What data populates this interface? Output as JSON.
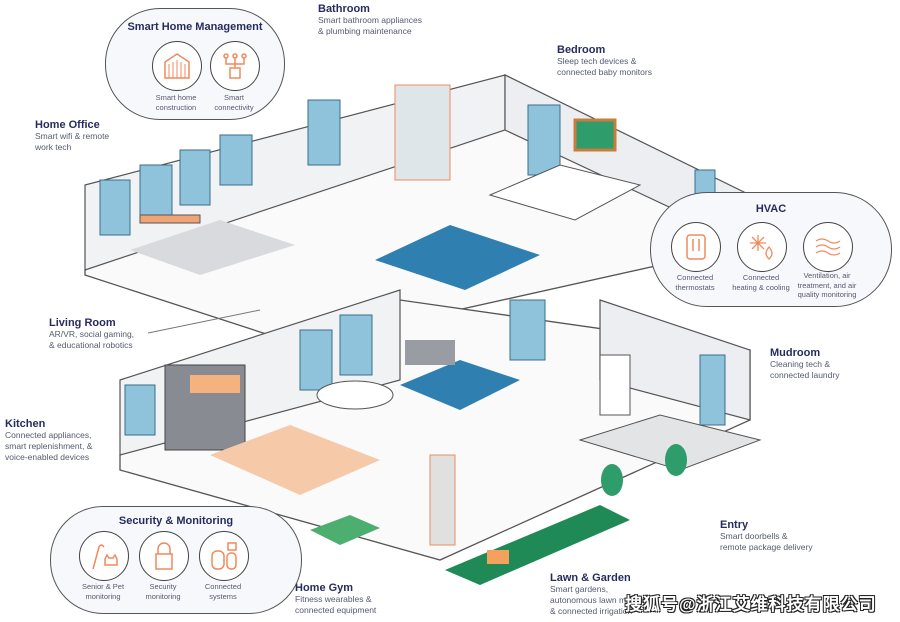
{
  "labels": {
    "bathroom": {
      "title": "Bathroom",
      "desc": "Smart bathroom appliances\n& plumbing maintenance"
    },
    "bedroom": {
      "title": "Bedroom",
      "desc": "Sleep tech devices &\nconnected baby monitors"
    },
    "home_office": {
      "title": "Home Office",
      "desc": "Smart wifi & remote\nwork tech"
    },
    "living_room": {
      "title": "Living Room",
      "desc": "AR/VR, social gaming,\n& educational robotics"
    },
    "mudroom": {
      "title": "Mudroom",
      "desc": "Cleaning tech &\nconnected laundry"
    },
    "kitchen": {
      "title": "Kitchen",
      "desc": "Connected appliances,\nsmart replenishment, &\nvoice-enabled devices"
    },
    "entry": {
      "title": "Entry",
      "desc": "Smart doorbells &\nremote package delivery"
    },
    "home_gym": {
      "title": "Home Gym",
      "desc": "Fitness wearables &\nconnected equipment"
    },
    "lawn_garden": {
      "title": "Lawn & Garden",
      "desc": "Smart gardens,\nautonomous lawn mowers,\n& connected irrigation"
    }
  },
  "panels": {
    "smart_home_management": {
      "title": "Smart Home Management",
      "items": [
        {
          "label": "Smart home\nconstruction",
          "icon": "house-frame-icon"
        },
        {
          "label": "Smart\nconnectivity",
          "icon": "network-hub-icon"
        }
      ]
    },
    "hvac": {
      "title": "HVAC",
      "items": [
        {
          "label": "Connected\nthermostats",
          "icon": "thermostat-icon"
        },
        {
          "label": "Connected\nheating & cooling",
          "icon": "snowflake-flame-icon"
        },
        {
          "label": "Ventilation, air\ntreatment, and air\nquality monitoring",
          "icon": "air-waves-icon"
        }
      ]
    },
    "security": {
      "title": "Security & Monitoring",
      "items": [
        {
          "label": "Senior & Pet\nmonitoring",
          "icon": "cane-cat-icon"
        },
        {
          "label": "Security\nmonitoring",
          "icon": "padlock-icon"
        },
        {
          "label": "Connected\nsystems",
          "icon": "smart-devices-icon"
        }
      ]
    }
  },
  "watermark": "搜狐号@浙江艾维科技有限公司",
  "colors": {
    "accent": "#f08a5d",
    "window": "#8fc3dc",
    "lawn": "#1f8a55",
    "rug": "#2f7fb0",
    "text": "#262c5e"
  }
}
